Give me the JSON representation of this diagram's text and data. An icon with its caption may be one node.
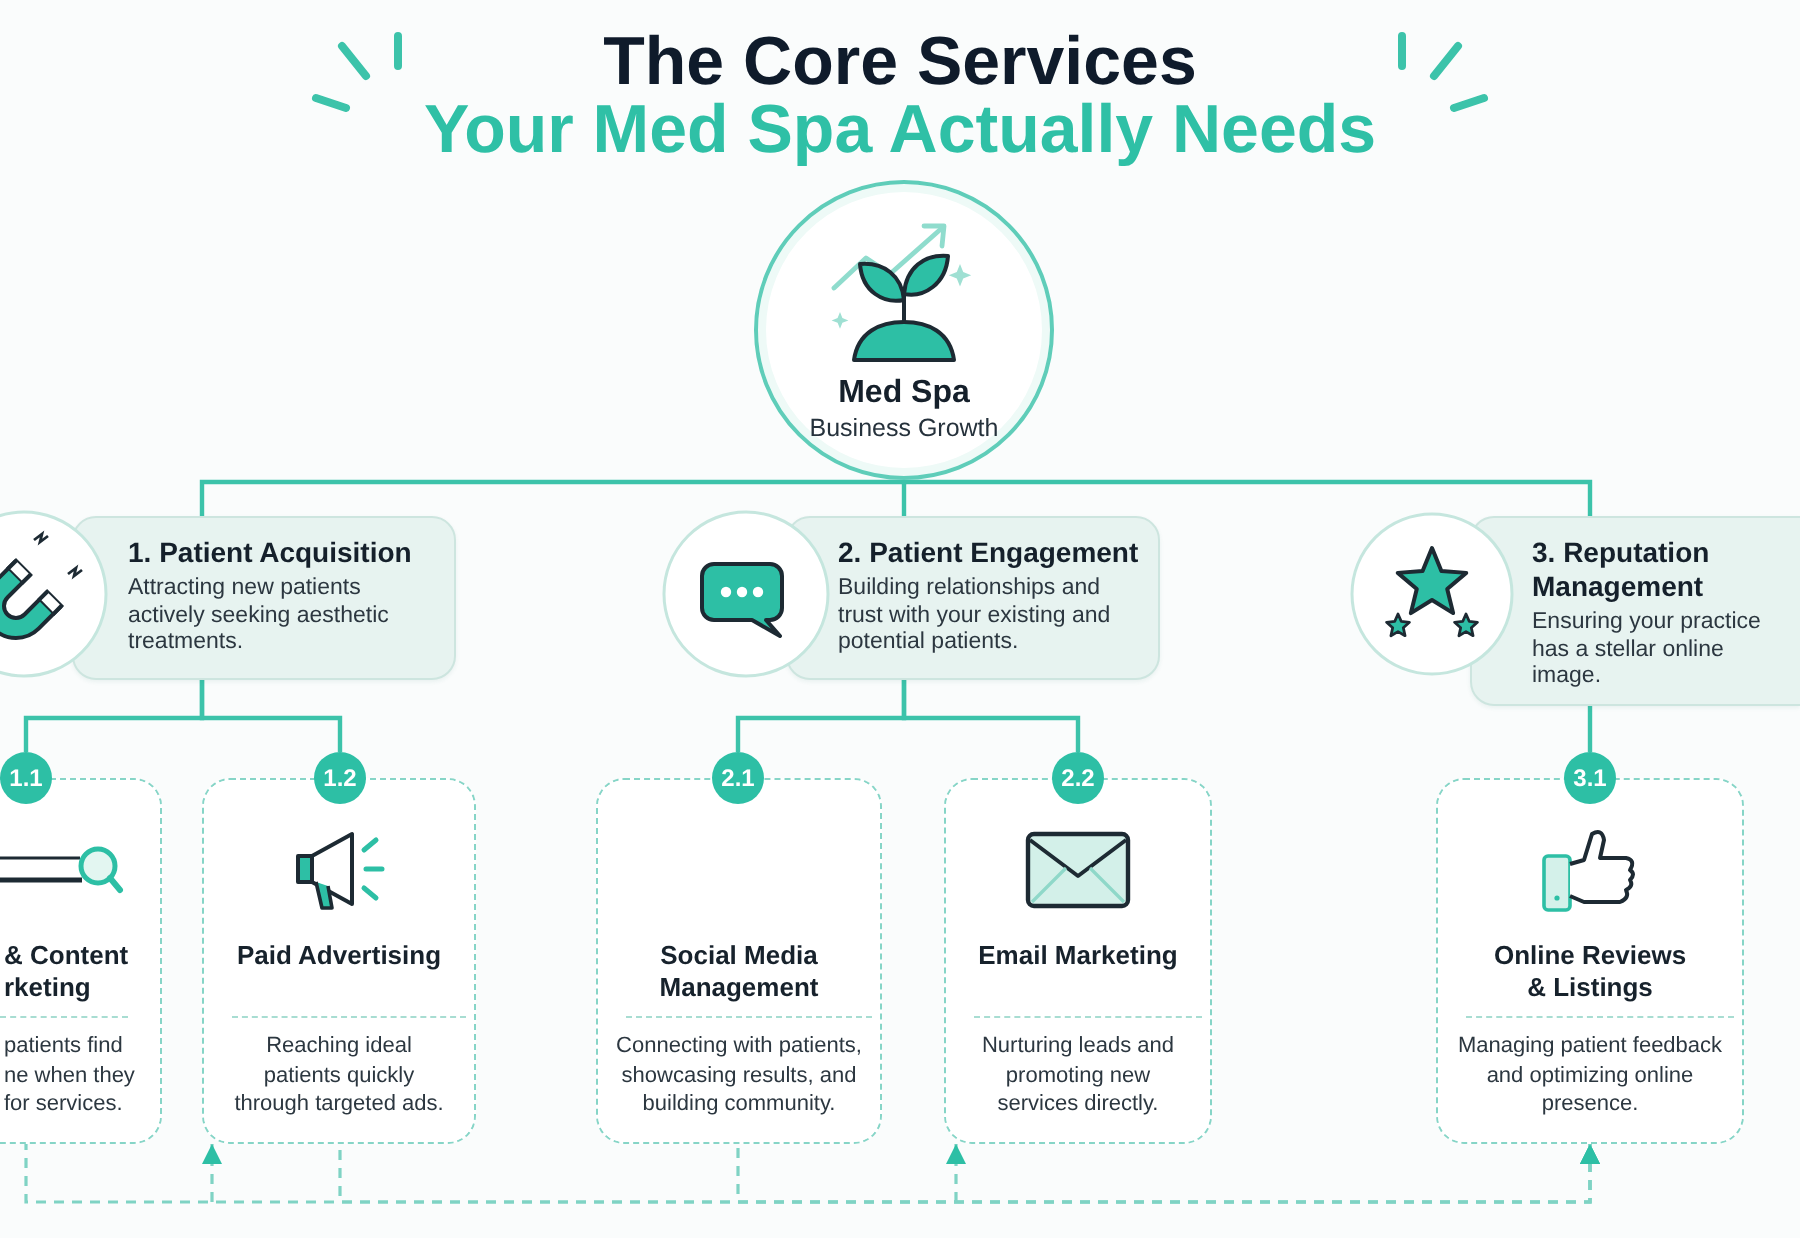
{
  "diagram": {
    "title": "The Core Services",
    "nodes": [
      {
        "text": [
          "Med Spa",
          "Business Growth"
        ]
      },
      {
        "text": [
          "1. Patient Acquisition",
          "Attracting new patients actively seeking aesthetic treatments."
        ]
      },
      {
        "text": [
          "2. Patient Engagement",
          "Building relationships and trust with your existing and potential patients."
        ]
      },
      {
        "text": [
          "3. Reputation Management",
          "Ensuring your practice has a stellar online image."
        ]
      },
      {
        "text": [
          "1.1",
          "& Content rketing",
          "patients find ne when they for services."
        ]
      },
      {
        "text": [
          "1.2",
          "Paid Advertising",
          "Reaching ideal patients quickly through targeted ads."
        ]
      },
      {
        "text": [
          "2.1",
          "Social Media Management",
          "Connecting with patients, showcasing results, and building community."
        ]
      },
      {
        "text": [
          "2.2",
          "Email Marketing",
          "Nurturing leads and promoting new services directly."
        ]
      },
      {
        "text": [
          "3.1",
          "Online Reviews & Listings",
          "Managing patient feedback and optimizing online presence."
        ]
      }
    ],
    "edges": [
      {
        "from": 0,
        "to": 1,
        "arrow": "none"
      },
      {
        "from": 0,
        "to": 2,
        "arrow": "none"
      },
      {
        "from": 0,
        "to": 3,
        "arrow": "none"
      },
      {
        "from": 1,
        "to": 4,
        "arrow": "none"
      },
      {
        "from": 1,
        "to": 5,
        "arrow": "none"
      },
      {
        "from": 2,
        "to": 6,
        "arrow": "none"
      },
      {
        "from": 2,
        "to": 7,
        "arrow": "none"
      },
      {
        "from": 3,
        "to": 8,
        "arrow": "none"
      },
      {
        "from": 4,
        "to": 8,
        "arrow": "to",
        "style": "dashed"
      },
      {
        "from": 5,
        "to": 8,
        "arrow": "to",
        "style": "dashed"
      },
      {
        "from": 6,
        "to": 8,
        "arrow": "to",
        "style": "dashed"
      },
      {
        "from": null,
        "to": 5,
        "arrow": "to",
        "style": "dashed"
      },
      {
        "from": null,
        "to": 7,
        "arrow": "to",
        "style": "dashed"
      }
    ],
    "labels": [
      "Your Med Spa Actually Needs"
    ]
  }
}
